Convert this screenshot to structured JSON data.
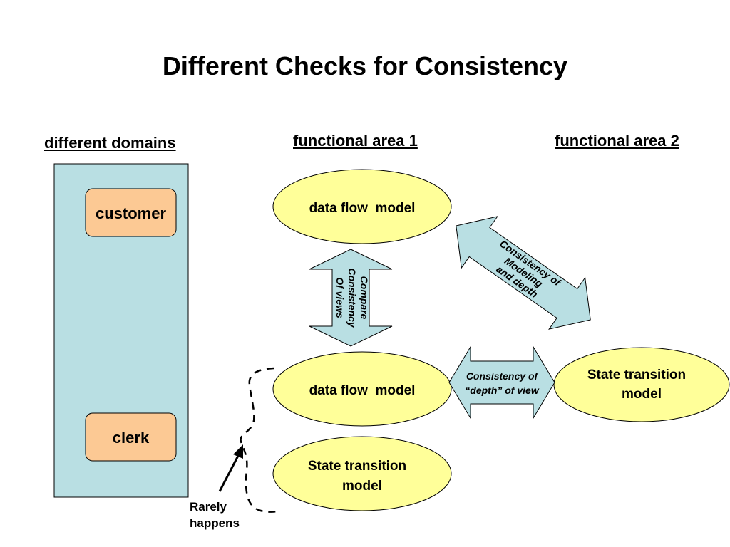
{
  "title": "Different Checks for Consistency",
  "columns": {
    "domains": "different domains",
    "area1": "functional area 1",
    "area2": "functional area 2"
  },
  "domains": {
    "customer": "customer",
    "clerk": "clerk"
  },
  "area1": {
    "dfd_top": "data flow  model",
    "dfd_bottom": "data flow  model",
    "std": [
      "State transition",
      "model"
    ]
  },
  "area2": {
    "std": [
      "State transition",
      "model"
    ]
  },
  "arrows": {
    "compare_views": [
      "Compare",
      "Consistency",
      "Of views"
    ],
    "modeling_depth": [
      "Consistency of",
      "Modeling",
      "and depth"
    ],
    "depth_of_view": [
      "Consistency of",
      "“depth” of view"
    ]
  },
  "note": {
    "line1": "Rarely",
    "line2": "happens"
  },
  "colors": {
    "domain_panel": "#b9dfe3",
    "domain_box": "#fcc994",
    "ellipse": "#ffff99",
    "arrow": "#b9dfe3"
  }
}
